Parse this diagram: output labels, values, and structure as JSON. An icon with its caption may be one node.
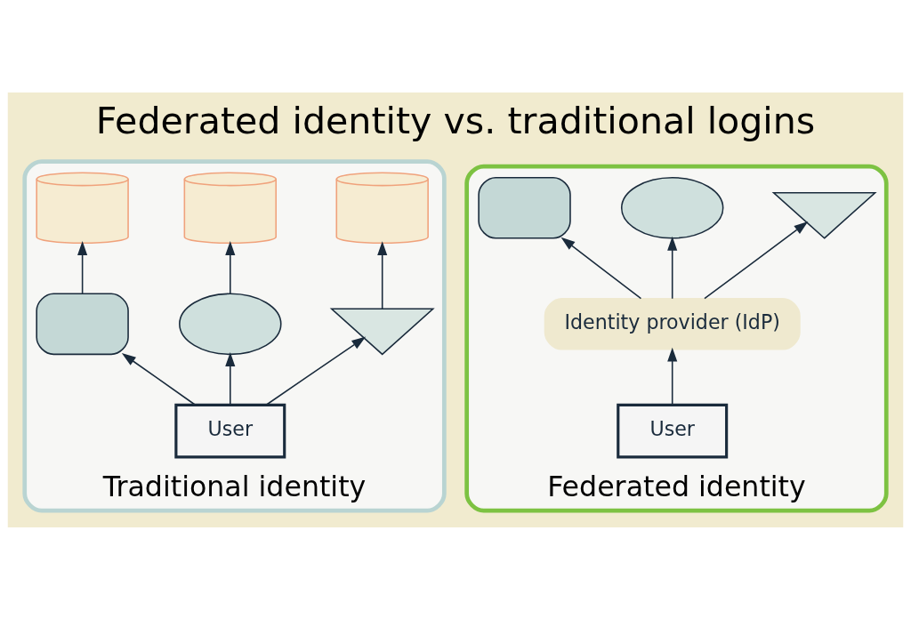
{
  "diagram": {
    "title": "Federated identity vs. traditional logins",
    "nodes": [
      {
        "text": [
          "Traditional identity"
        ]
      },
      {
        "text": [],
        "shape": "cylinder",
        "in": 0
      },
      {
        "text": [],
        "shape": "cylinder",
        "in": 0
      },
      {
        "text": [],
        "shape": "cylinder",
        "in": 0
      },
      {
        "text": [],
        "shape": "briefcase",
        "in": 0
      },
      {
        "text": [],
        "shape": "cloud",
        "in": 0
      },
      {
        "text": [],
        "shape": "envelope",
        "in": 0
      },
      {
        "text": [
          "User"
        ],
        "in": 0
      },
      {
        "text": [
          "Federated identity"
        ]
      },
      {
        "text": [],
        "shape": "briefcase",
        "in": 8
      },
      {
        "text": [],
        "shape": "cloud",
        "in": 8
      },
      {
        "text": [],
        "shape": "envelope",
        "in": 8
      },
      {
        "text": [
          "Identity provider (IdP)"
        ],
        "in": 8
      },
      {
        "text": [
          "User"
        ],
        "in": 8
      }
    ],
    "edges": [
      {
        "from": 7,
        "to": 4,
        "arrow": "to"
      },
      {
        "from": 7,
        "to": 5,
        "arrow": "to"
      },
      {
        "from": 7,
        "to": 6,
        "arrow": "to"
      },
      {
        "from": 4,
        "to": 1,
        "arrow": "to"
      },
      {
        "from": 5,
        "to": 2,
        "arrow": "to"
      },
      {
        "from": 6,
        "to": 3,
        "arrow": "to"
      },
      {
        "from": 13,
        "to": 12,
        "arrow": "to"
      },
      {
        "from": 12,
        "to": 9,
        "arrow": "to"
      },
      {
        "from": 12,
        "to": 10,
        "arrow": "to"
      },
      {
        "from": 12,
        "to": 11,
        "arrow": "to"
      }
    ]
  }
}
